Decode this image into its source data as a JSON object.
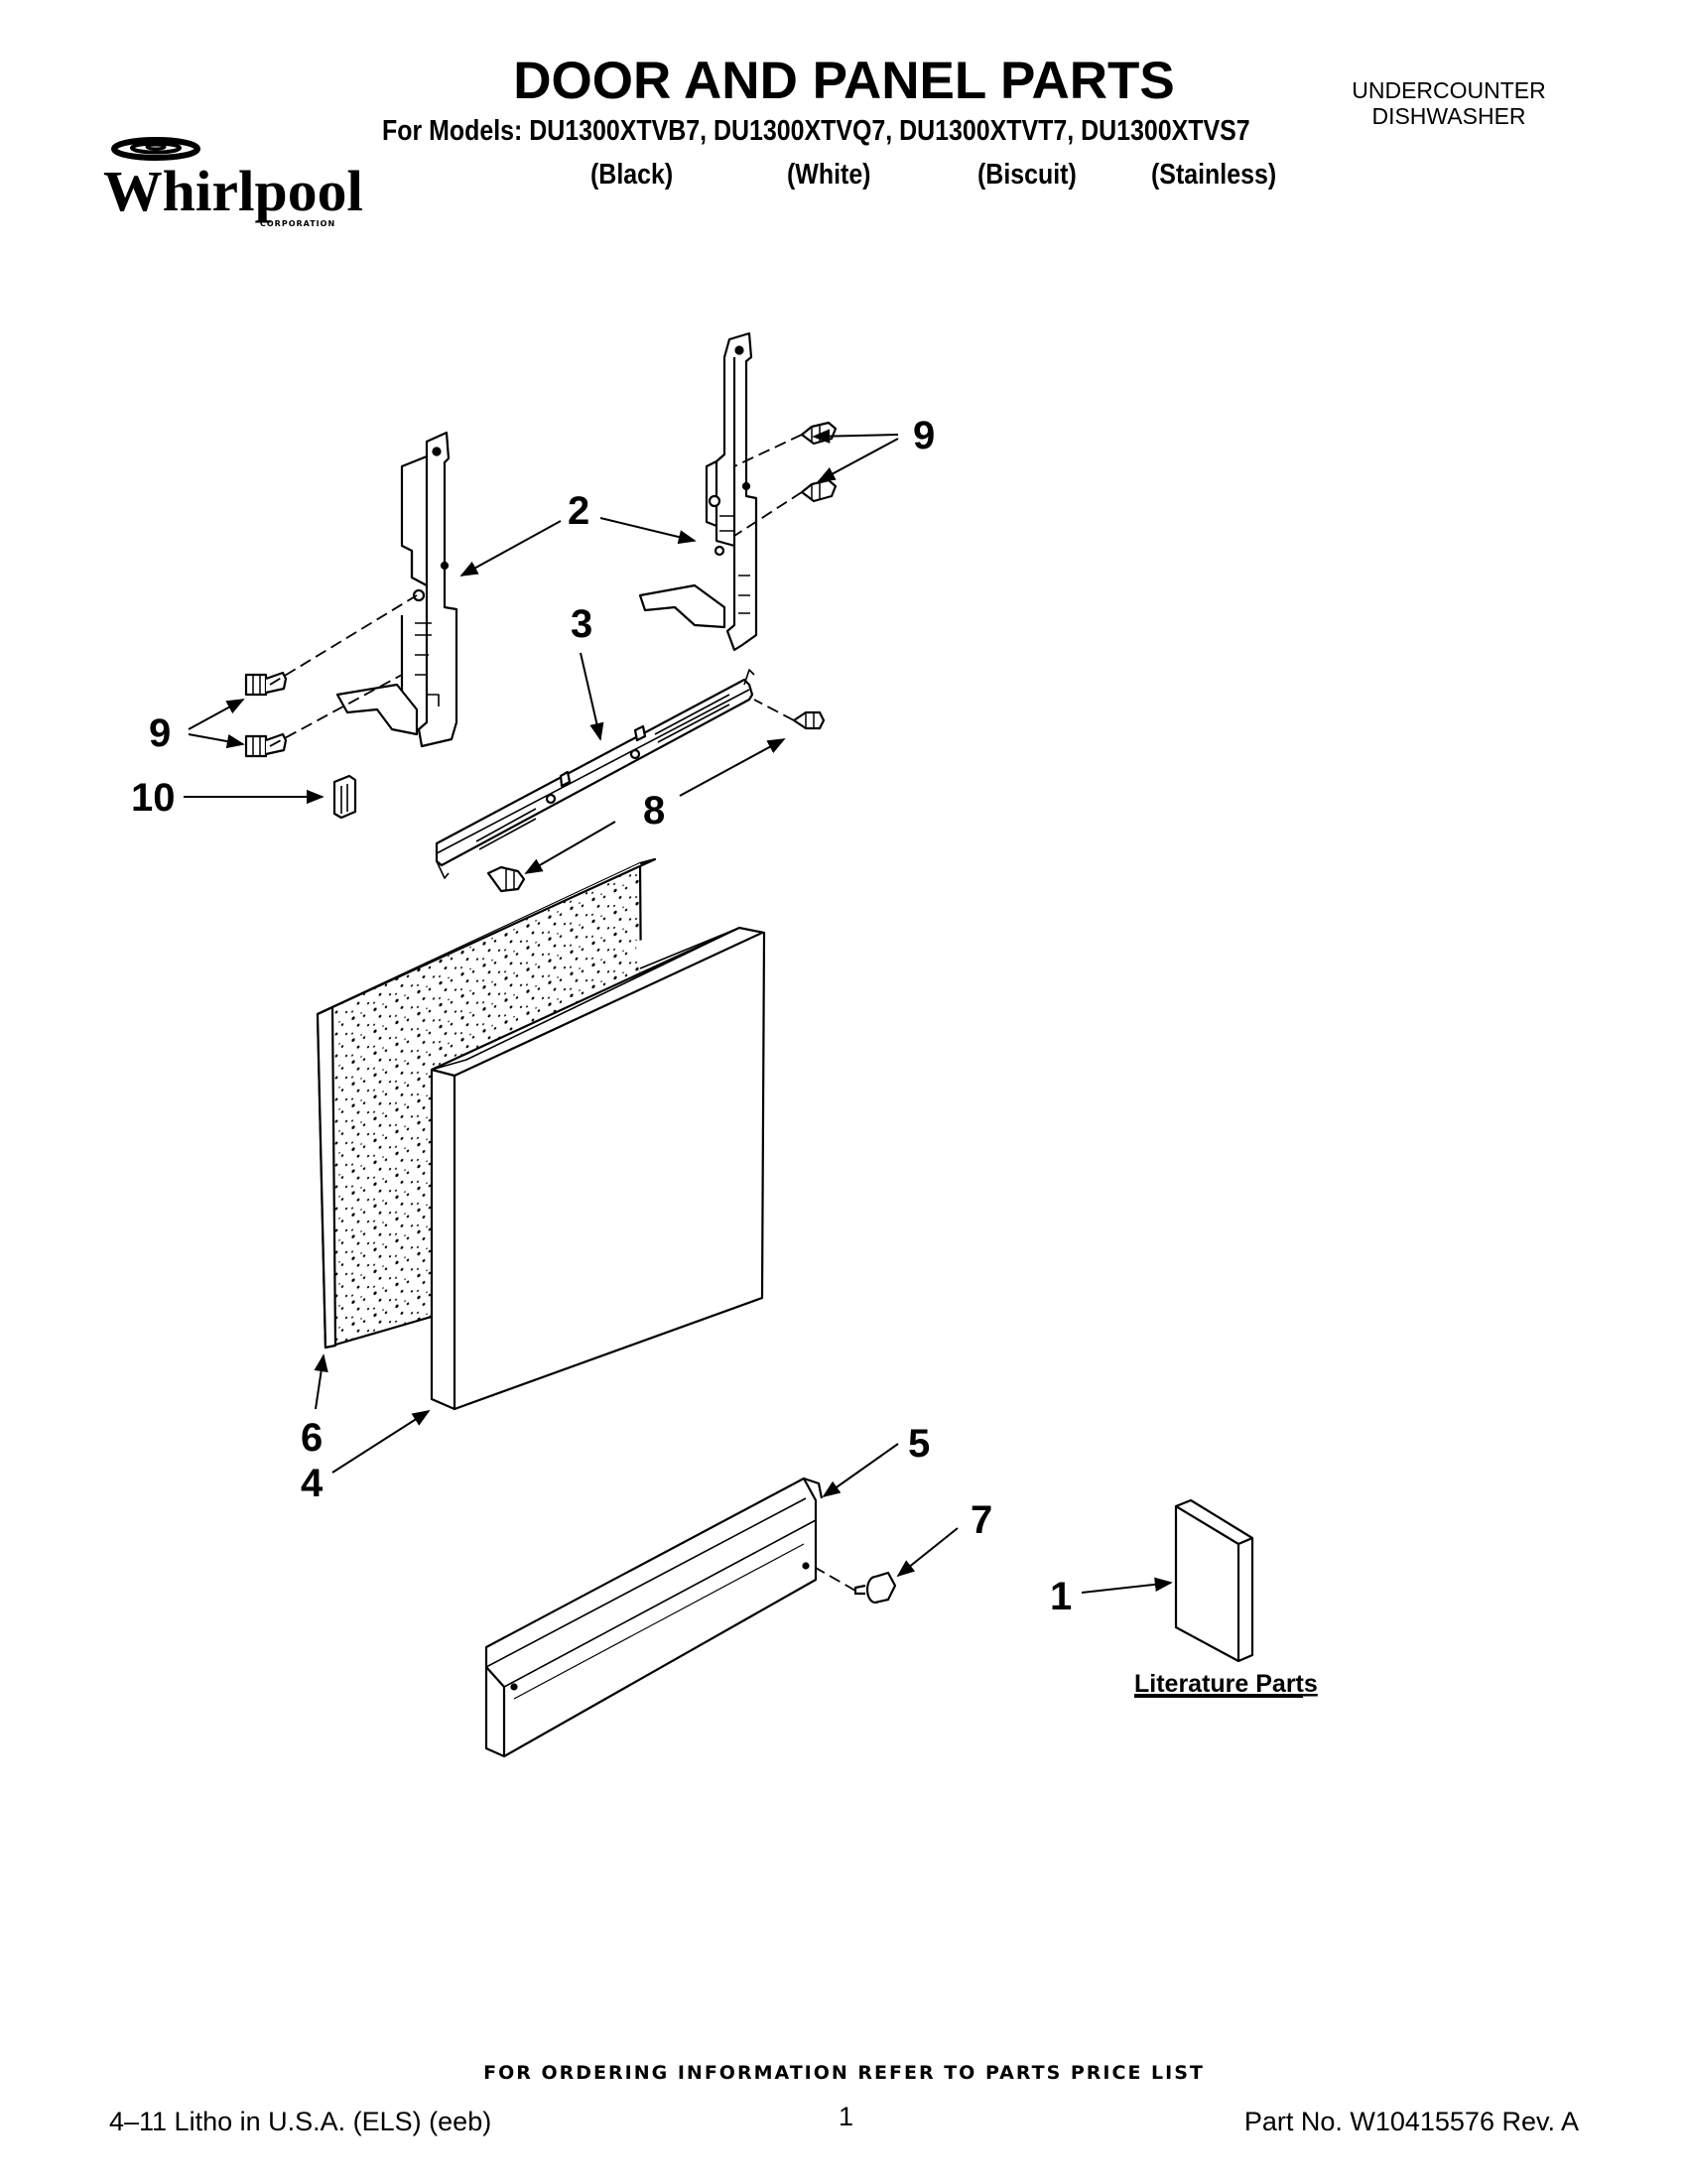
{
  "header": {
    "title": "DOOR AND PANEL PARTS",
    "appliance_line1": "UNDERCOUNTER",
    "appliance_line2": "DISHWASHER",
    "models_line": "For Models: DU1300XTVB7, DU1300XTVQ7, DU1300XTVT7, DU1300XTVS7",
    "colors": [
      "(Black)",
      "(White)",
      "(Biscuit)",
      "(Stainless)"
    ]
  },
  "logo": {
    "brand": "Whirlpool",
    "subtext": "CORPORATION"
  },
  "diagram": {
    "callouts": [
      "9",
      "2",
      "3",
      "9",
      "10",
      "8",
      "6",
      "4",
      "5",
      "7",
      "1"
    ],
    "literature_label": "Literature Parts"
  },
  "footer": {
    "ordering_note": "FOR ORDERING INFORMATION REFER TO PARTS PRICE LIST",
    "left": "4–11 Litho in U.S.A. (ELS) (eeb)",
    "page": "1",
    "right": "Part No. W10415576 Rev. A"
  }
}
